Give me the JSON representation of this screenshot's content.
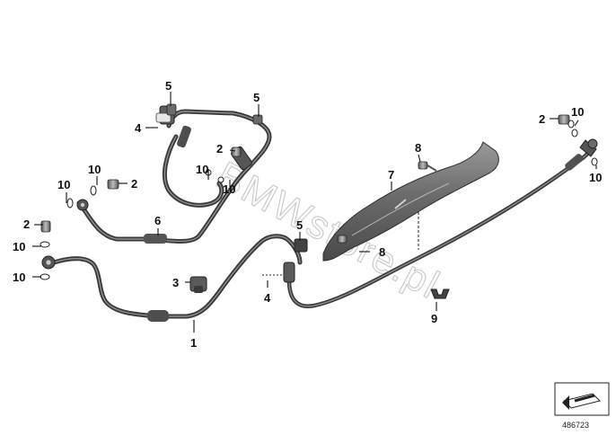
{
  "watermark": "BMWstore.pl",
  "document_number": "486723",
  "callouts": {
    "p1": "1",
    "p2a": "2",
    "p2b": "2",
    "p2c": "2",
    "p2d": "2",
    "p3": "3",
    "p4a": "4",
    "p4b": "4",
    "p5a": "5",
    "p5b": "5",
    "p5c": "5",
    "p6": "6",
    "p7": "7",
    "p8a": "8",
    "p8b": "8",
    "p9": "9",
    "p10a": "10",
    "p10b": "10",
    "p10c": "10",
    "p10d": "10",
    "p10e": "10",
    "p10f": "10",
    "p10g": "10",
    "p10h": "10"
  },
  "colors": {
    "hose": "#3a3a3a",
    "hose_highlight": "#8e8e8e",
    "cover": "#666666",
    "watermark": "#c8c8c8"
  },
  "icons": {
    "orientation": "arrow-orientation-icon"
  }
}
